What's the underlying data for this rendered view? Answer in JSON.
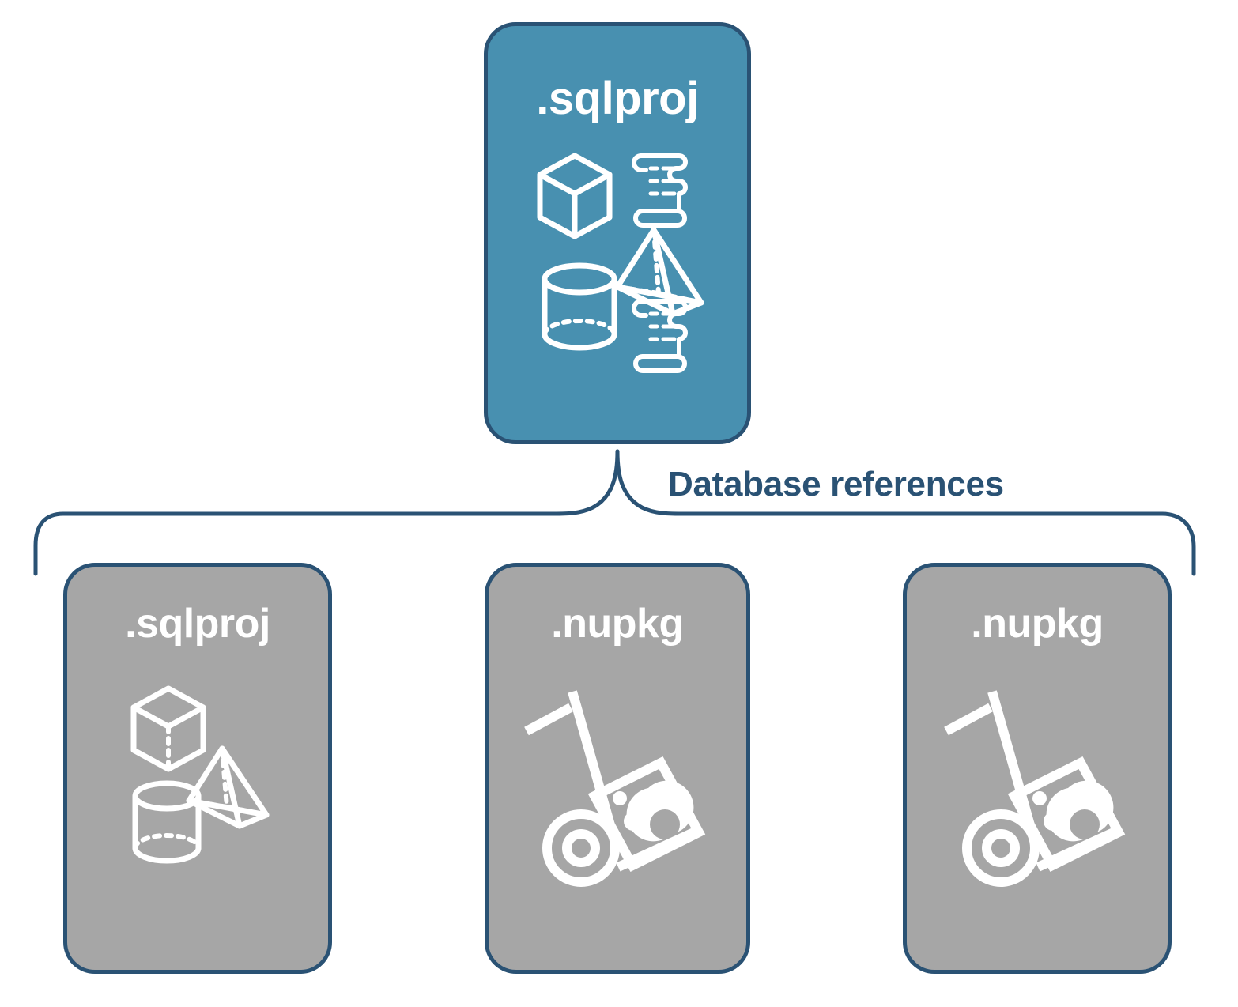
{
  "diagram": {
    "type": "hierarchy",
    "title_text": "Database references",
    "colors": {
      "accent_blue": "#4890b0",
      "border_navy": "#2a5274",
      "node_gray": "#a6a6a6",
      "icon_white": "#ffffff",
      "background": "#ffffff"
    },
    "root_node": {
      "label": ".sqlproj",
      "fill": "#4890b0",
      "icons": [
        "cube-icon",
        "scroll-icon",
        "pyramid-icon",
        "cylinder-icon",
        "scroll-icon"
      ]
    },
    "connector": {
      "style": "curly-brace",
      "label": "Database references",
      "label_color": "#2a5274",
      "branch_count": 3
    },
    "child_nodes": [
      {
        "label": ".sqlproj",
        "fill": "#a6a6a6",
        "icons": [
          "cube-icon",
          "pyramid-icon",
          "cylinder-icon"
        ]
      },
      {
        "label": ".nupkg",
        "fill": "#a6a6a6",
        "icons": [
          "hand-truck-package-icon"
        ]
      },
      {
        "label": ".nupkg",
        "fill": "#a6a6a6",
        "icons": [
          "hand-truck-package-icon"
        ]
      }
    ]
  }
}
